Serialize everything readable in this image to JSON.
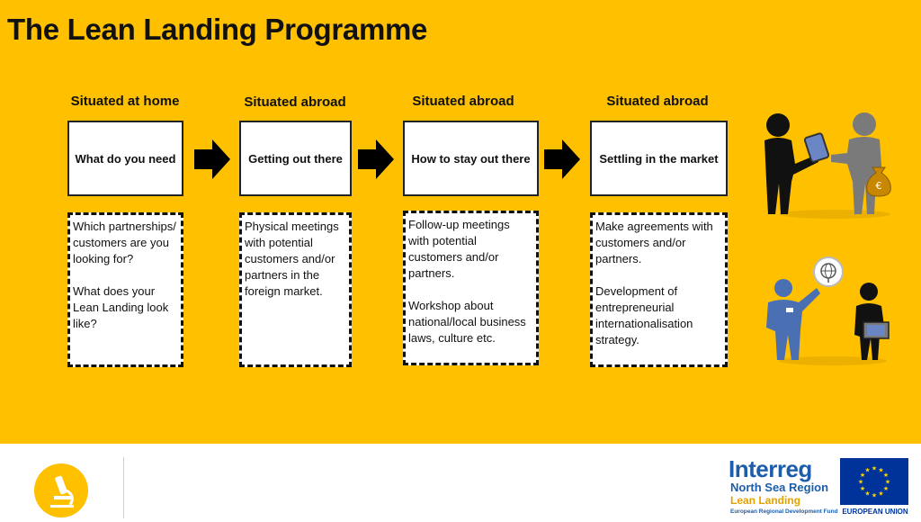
{
  "title": "The Lean Landing Programme",
  "stages": [
    {
      "location": "Situated at home",
      "name": "What do you need",
      "details": [
        "Which partnerships/ customers are you looking for?",
        "What does your Lean Landing look like?"
      ]
    },
    {
      "location": "Situated abroad",
      "name": "Getting out there",
      "details": [
        "Physical meetings with potential customers and/or partners in the foreign market."
      ]
    },
    {
      "location": "Situated abroad",
      "name": "How to stay out there",
      "details": [
        "Follow-up meetings with potential customers and/or partners.",
        "Workshop about national/local business laws, culture etc."
      ]
    },
    {
      "location": "Situated abroad",
      "name": "Settling in the market",
      "details": [
        "Make agreements with customers and/or partners.",
        "Development of entrepreneurial internationalisation strategy."
      ]
    }
  ],
  "icons": {
    "arrow": "right-arrow-icon",
    "people_top": "handshake-people-icon",
    "people_bottom": "meeting-people-icon",
    "money": "euro-money-bag-icon",
    "globe": "globe-icon",
    "footer": "microscope-icon"
  },
  "footer": {
    "brand": "Interreg",
    "region": "North Sea Region",
    "programme": "Lean Landing",
    "fund": "European Regional Development Fund",
    "eu": "EUROPEAN UNION"
  },
  "colors": {
    "background": "#FFC000",
    "interreg_blue": "#1C5DAA",
    "eu_blue": "#003399",
    "eu_star": "#FFD700"
  }
}
